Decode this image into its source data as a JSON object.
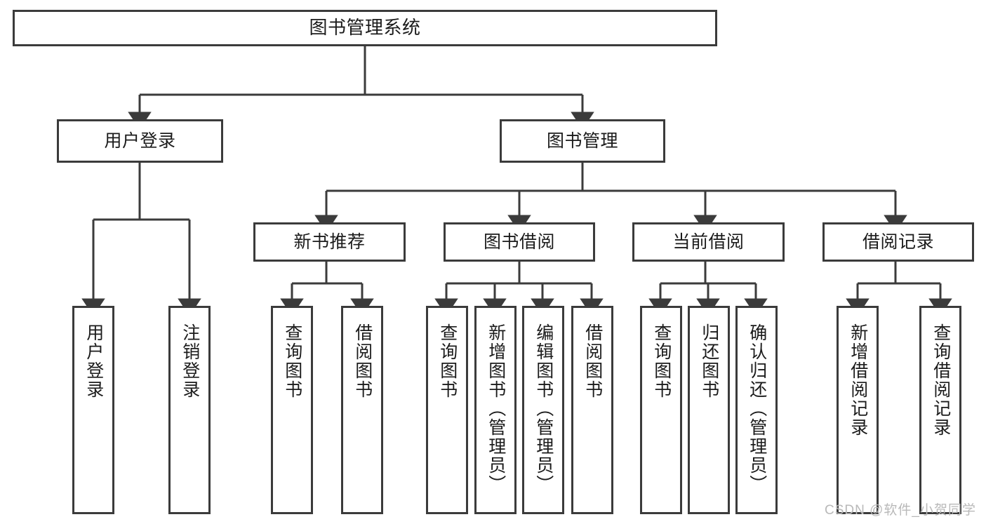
{
  "diagram": {
    "type": "tree",
    "title": "图书管理系统",
    "watermark": "CSDN @软件_小贺同学",
    "colors": {
      "stroke": "#3b3b3b",
      "fill": "#ffffff",
      "text": "#1b1b1b",
      "watermark": "#b9b9b9"
    },
    "nodes": {
      "root": {
        "label": "图书管理系统"
      },
      "level2": [
        {
          "id": "user-login",
          "label": "用户登录"
        },
        {
          "id": "book-management",
          "label": "图书管理"
        }
      ],
      "level3": [
        {
          "id": "new-book-recommend",
          "label": "新书推荐"
        },
        {
          "id": "book-borrow",
          "label": "图书借阅"
        },
        {
          "id": "current-borrow",
          "label": "当前借阅"
        },
        {
          "id": "borrow-record",
          "label": "借阅记录"
        }
      ],
      "leaves": {
        "user-login": [
          {
            "id": "leaf-user-login",
            "label": "用户登录"
          },
          {
            "id": "leaf-logout",
            "label": "注销登录"
          }
        ],
        "new-book-recommend": [
          {
            "id": "leaf-query-book-1",
            "label": "查询图书"
          },
          {
            "id": "leaf-borrow-book-1",
            "label": "借阅图书"
          }
        ],
        "book-borrow": [
          {
            "id": "leaf-query-book-2",
            "label": "查询图书"
          },
          {
            "id": "leaf-add-book",
            "label": "新增图书（管理员）"
          },
          {
            "id": "leaf-edit-book",
            "label": "编辑图书（管理员）"
          },
          {
            "id": "leaf-borrow-book-2",
            "label": "借阅图书"
          }
        ],
        "current-borrow": [
          {
            "id": "leaf-query-book-3",
            "label": "查询图书"
          },
          {
            "id": "leaf-return-book",
            "label": "归还图书"
          },
          {
            "id": "leaf-confirm-return",
            "label": "确认归还（管理员）"
          }
        ],
        "borrow-record": [
          {
            "id": "leaf-add-record",
            "label": "新增借阅记录"
          },
          {
            "id": "leaf-query-record",
            "label": "查询借阅记录"
          }
        ]
      }
    }
  }
}
